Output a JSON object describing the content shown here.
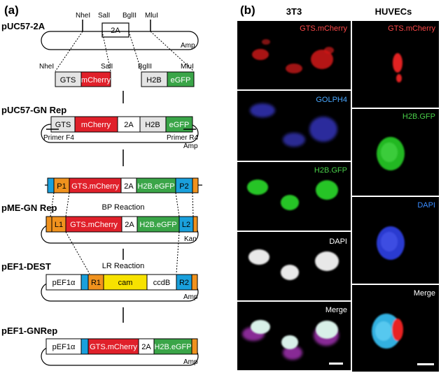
{
  "panel_a": {
    "label": "(a)",
    "sections": {
      "puc57_2a": "pUC57-2A",
      "puc57_gn_rep": "pUC57-GN Rep",
      "pme_gn_rep": "pME-GN Rep",
      "pef1_dest": "pEF1-DEST",
      "pef1_gnrep": "pEF1-GNRep"
    },
    "sites": {
      "nhei": "NheI",
      "sali": "SalI",
      "bglii": "BglII",
      "mlui": "MluI"
    },
    "cassette_2a": "2A",
    "amp": "Amp",
    "kan": "Kan",
    "fragments": {
      "gts": "GTS",
      "mcherry": "mCherry",
      "h2b": "H2B",
      "egfp": "eGFP",
      "two_a": "2A"
    },
    "primers": {
      "f4": "Primer F4",
      "r4": "Primer R4"
    },
    "pcr": {
      "p1": "P1",
      "gts_mcherry": "GTS.mCherry",
      "two_a": "2A",
      "h2b_egfp": "H2B.eGFP",
      "p2": "P2"
    },
    "bp_reaction": "BP Reaction",
    "pme": {
      "l1": "L1",
      "gts_mcherry": "GTS.mCherry",
      "two_a": "2A",
      "h2b_egfp": "H2B.eGFP",
      "l2": "L2"
    },
    "lr_reaction": "LR Reaction",
    "dest": {
      "pef1a": "pEF1α",
      "r1": "R1",
      "cam": "cam",
      "ccdb": "ccdB",
      "r2": "R2"
    },
    "final": {
      "pef1a": "pEF1α",
      "gts_mcherry": "GTS.mCherry",
      "two_a": "2A",
      "h2b_egfp": "H2B.eGFP"
    }
  },
  "panel_b": {
    "label": "(b)",
    "col_3t3": "3T3",
    "col_huvecs": "HUVECs",
    "t3_panels": [
      "GTS.mCherry",
      "GOLPH4",
      "H2B.GFP",
      "DAPI",
      "Merge"
    ],
    "huvec_panels": [
      "GTS.mCherry",
      "H2B.GFP",
      "DAPI",
      "Merge"
    ]
  },
  "colors": {
    "red": "#e0202a",
    "green": "#3aa548",
    "blue": "#1aa0dc",
    "orange": "#f0921e",
    "yellow": "#f7e200",
    "grey": "#e4e4e4",
    "label_red": "#ff4848",
    "label_blue": "#4aa8ff",
    "label_green": "#4ad04a",
    "label_dapi": "#3a8cff"
  }
}
